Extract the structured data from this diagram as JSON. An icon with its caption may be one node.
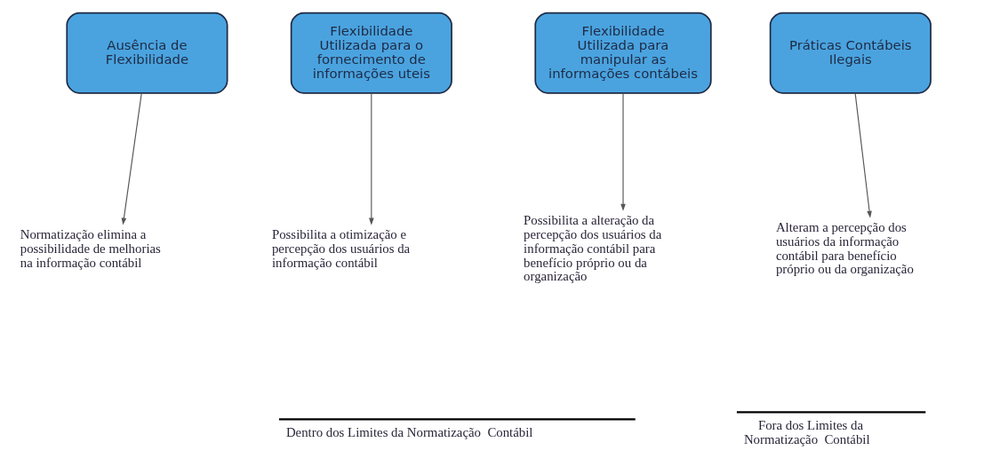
{
  "diagram": {
    "nodes": [
      {
        "text": [
          "Ausência de Flexibilidade"
        ]
      },
      {
        "text": [
          "Flexibilidade Utilizada para o fornecimento de informações uteis"
        ]
      },
      {
        "text": [
          "Flexibilidade Utilizada para manipular as informações contábeis"
        ]
      },
      {
        "text": [
          "Práticas Contábeis Ilegais"
        ]
      },
      {
        "text": [
          "Normatização elimina a possibilidade de melhorias na informação contábil"
        ]
      },
      {
        "text": [
          "Possibilita a otimização e percepção dos usuários da informação contábil"
        ]
      },
      {
        "text": [
          "Possibilita a alteração da percepção dos usuários da informação contábil para benefício próprio ou da organização"
        ]
      },
      {
        "text": [
          "Alteram a percepção dos usuários da informação contábil para benefício próprio ou da organização"
        ]
      }
    ],
    "edges": [
      {
        "from": 0,
        "to": 4,
        "arrow": "to"
      },
      {
        "from": 1,
        "to": 5,
        "arrow": "to"
      },
      {
        "from": 2,
        "to": 6,
        "arrow": "to"
      },
      {
        "from": 3,
        "to": 7,
        "arrow": "to"
      }
    ],
    "labels": [
      "Dentro dos Limites da Normatização  Contábil",
      "Fora dos Limites da Normatização  Contábil"
    ]
  }
}
